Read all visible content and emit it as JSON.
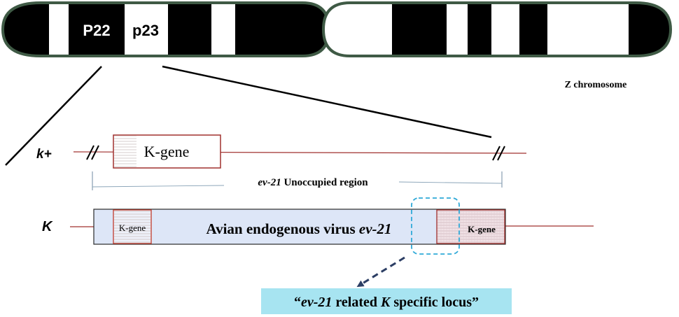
{
  "chromosome": {
    "band_p22": "P22",
    "band_p23": "p23",
    "name": "Z chromosome"
  },
  "kplus": {
    "label": "k+",
    "gene": "K-gene",
    "unoccupied_italic": "ev-21",
    "unoccupied_rest": " Unoccupied region"
  },
  "K": {
    "label": "K",
    "gene_left": "K-gene",
    "gene_right": "K-gene",
    "virus_text": "Avian endogenous virus ",
    "virus_italic": "ev-21"
  },
  "locus": {
    "quote_open": "“",
    "italic1": "ev-21",
    "mid": " related ",
    "italic2": "K",
    "rest": " specific locus",
    "quote_close": "”"
  },
  "colors": {
    "band_black": "#000000",
    "chrom_green": "#3f5a45",
    "red_line": "#a0302e",
    "virus_fill": "#dde6f7",
    "dashed_box": "#2fa9d8",
    "callout_bg": "#a7e4f1"
  }
}
